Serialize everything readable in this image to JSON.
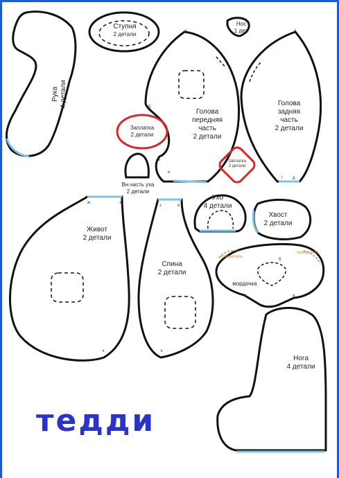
{
  "title": "тедди",
  "pieces": {
    "arm": {
      "name": "Рука",
      "count": "4 детали"
    },
    "sole": {
      "name": "Ступня",
      "count": "2 детали"
    },
    "nose": {
      "name": "Нос",
      "count": "1 дет."
    },
    "head_front": {
      "name": "Голова",
      "line2": "передняя",
      "line3": "часть",
      "count": "2 детали"
    },
    "head_back": {
      "name": "Голова",
      "line2": "задняя",
      "line3": "часть",
      "count": "2 детали"
    },
    "patch_1": {
      "name": "Заплатка",
      "count": "2 детали"
    },
    "patch_2": {
      "name": "Заплатка",
      "count": "2 детали"
    },
    "inner_ear": {
      "name": "Вн.часть уха",
      "count": "2 детали"
    },
    "ear": {
      "name": "Ухо",
      "count": "4 детали"
    },
    "tail": {
      "name": "Хвост",
      "count": "2 детали"
    },
    "belly": {
      "name": "Живот",
      "count": "2 детали"
    },
    "back": {
      "name": "Спина",
      "count": "2 детали"
    },
    "muzzle": {
      "name": "мордочка",
      "mark_left": "прикрепить",
      "mark_right": "прикрепить"
    },
    "leg": {
      "name": "Нога",
      "count": "4 детали"
    }
  },
  "marks": {
    "a": "а",
    "b": "б",
    "v": "в",
    "g": "г",
    "d": "д",
    "e": "е",
    "zh": "ж",
    "z": "з",
    "i": "и",
    "k": "к"
  },
  "colors": {
    "outline": "#111111",
    "red": "#d8272a",
    "blue_seam": "#7ec3e6",
    "frame": "#1e5ad6",
    "title": "#2a34c8",
    "orange": "#d08a3a"
  }
}
